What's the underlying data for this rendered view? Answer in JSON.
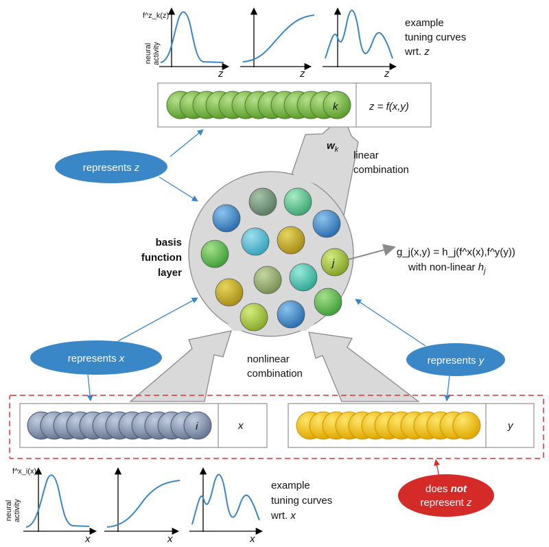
{
  "top_tuning": {
    "y_axis_label": "f^z_k(z)",
    "activity_label_line1": "neural",
    "activity_label_line2": "activity",
    "x_label": "z",
    "caption": {
      "line1": "example",
      "line2": "tuning curves",
      "line3_prefix": "wrt. ",
      "var": "z"
    }
  },
  "output_layer": {
    "neuron_label": "k",
    "equation": "z = f(x,y)"
  },
  "weights_label": "w",
  "weights_sub": "k",
  "linear_combination": {
    "line1": "linear",
    "line2": "combination"
  },
  "represents_z": {
    "prefix": "represents ",
    "var": "z"
  },
  "basis_layer": {
    "line1": "basis",
    "line2": "function",
    "line3": "layer",
    "neuron_label": "j"
  },
  "basis_equation": {
    "line1": "g_j(x,y) = h_j(f^x(x),f^y(y))",
    "line2_prefix": "with non-linear ",
    "line2_var": "h",
    "line2_sub": "j"
  },
  "nonlinear_combination": {
    "line1": "nonlinear",
    "line2": "combination"
  },
  "represents_x": {
    "prefix": "represents ",
    "var": "x"
  },
  "represents_y": {
    "prefix": "represents ",
    "var": "y"
  },
  "input_x": {
    "neuron_label": "i",
    "var": "x"
  },
  "input_y": {
    "var": "y"
  },
  "not_represent": {
    "line1_prefix": "does ",
    "line1_emph": "not",
    "line2_prefix": "represent ",
    "line2_var": "z"
  },
  "bottom_tuning": {
    "y_axis_label": "f^x_i(x)",
    "activity_label_line1": "neural",
    "activity_label_line2": "activity",
    "x_label": "x",
    "caption": {
      "line1": "example",
      "line2": "tuning curves",
      "line3_prefix": "wrt. ",
      "var": "x"
    }
  },
  "colors": {
    "blue_ellipse": "#3a87c8",
    "red_ellipse": "#d42a28",
    "curve": "#3a86c4",
    "output_neuron": "#7ab648",
    "input_x_neuron": "#8494b0",
    "input_y_neuron": "#f3c20f",
    "basis_circle_fill": "#d9d9d9",
    "dashed_box": "#e03030"
  }
}
